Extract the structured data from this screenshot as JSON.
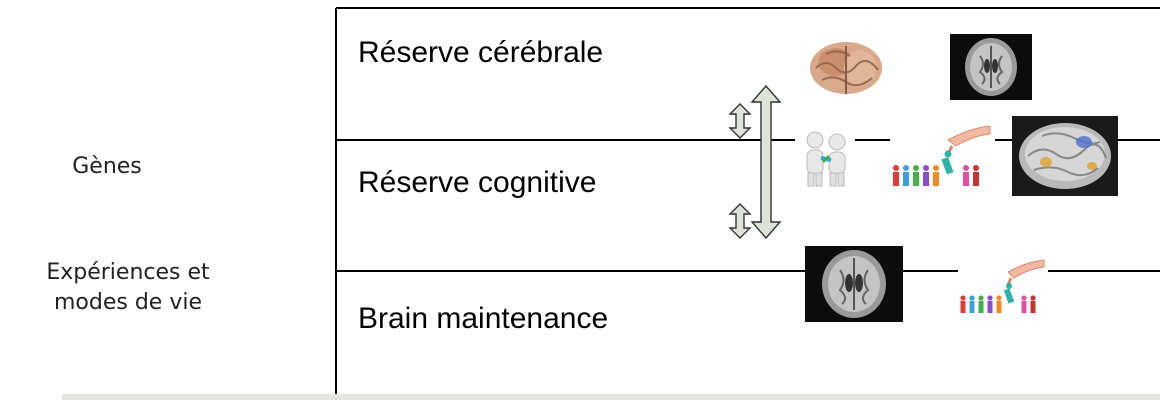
{
  "left_labels": {
    "genes": "Gènes",
    "experiences_line1": "Expériences et",
    "experiences_line2": "modes de vie"
  },
  "rows": [
    {
      "title": "Réserve cérébrale"
    },
    {
      "title": "Réserve cognitive"
    },
    {
      "title": "Brain maintenance"
    }
  ],
  "colors": {
    "line": "#000000",
    "arrow_fill": "#dde3d6",
    "arrow_stroke": "#333333",
    "footer": "#e4e4e0",
    "people": [
      "#e23a3a",
      "#3aa0e0",
      "#47b04b",
      "#8a4fc8",
      "#f08a24",
      "#e04fa0",
      "#2fb3a8",
      "#c83232"
    ]
  },
  "icons": [
    "brain-photo-icon",
    "mri-scan-icon",
    "two-people-icon",
    "people-selection-icon",
    "brain-3d-icon",
    "mri-scan-icon",
    "people-selection-icon",
    "double-arrow-icon"
  ]
}
